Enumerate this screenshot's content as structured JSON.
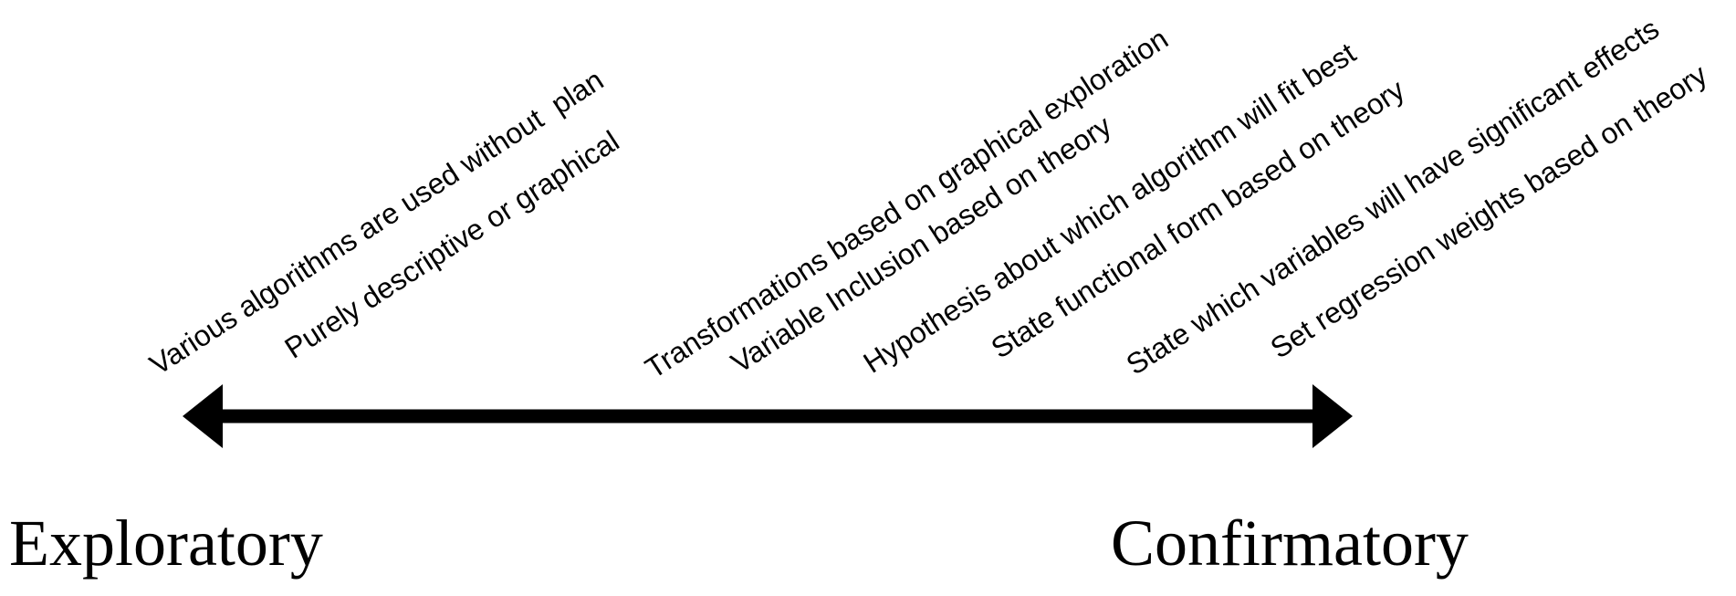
{
  "diagram": {
    "labels": [
      "Various algorithms are used without  plan",
      "Purely descriptive or graphical",
      "Transformations based on graphical exploration",
      "Variable Inclusion based on theory",
      "Hypothesis about which algorithm will fit best",
      "State functional form based on theory",
      "State which variables will have significant effects",
      "Set regression weights based on theory"
    ],
    "left_pole": "Exploratory",
    "right_pole": "Confirmatory"
  },
  "colors": {
    "ink": "#000000",
    "background": "#ffffff"
  }
}
